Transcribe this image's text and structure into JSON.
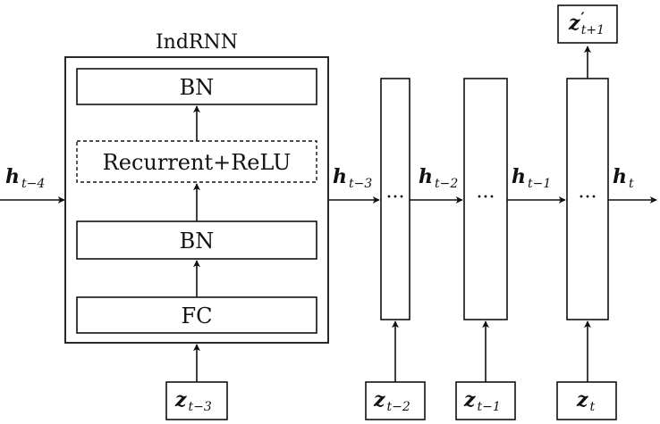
{
  "title": "IndRNN",
  "layers": {
    "bn_top": "BN",
    "recurrent": "Recurrent+ReLU",
    "bn_bottom": "BN",
    "fc": "FC"
  },
  "states": {
    "h_t4": {
      "base": "h",
      "sub": "t−4"
    },
    "h_t3": {
      "base": "h",
      "sub": "t−3"
    },
    "h_t2": {
      "base": "h",
      "sub": "t−2"
    },
    "h_t1": {
      "base": "h",
      "sub": "t−1"
    },
    "h_t": {
      "base": "h",
      "sub": "t"
    }
  },
  "inputs": {
    "z_t3": {
      "base": "z",
      "sub": "t−3"
    },
    "z_t2": {
      "base": "z",
      "sub": "t−2"
    },
    "z_t1": {
      "base": "z",
      "sub": "t−1"
    },
    "z_t": {
      "base": "z",
      "sub": "t"
    }
  },
  "output": {
    "base": "z",
    "prime": "′",
    "sub": "t+1"
  },
  "ellipsis": "···"
}
